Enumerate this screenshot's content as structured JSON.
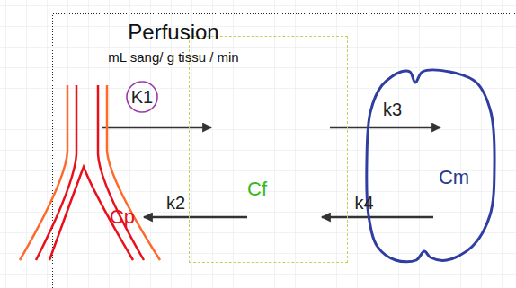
{
  "diagram": {
    "title": "Perfusion",
    "nodes": [
      {
        "text": [
          "Cp"
        ]
      },
      {
        "text": [
          "Cf"
        ]
      },
      {
        "text": [
          "Cm"
        ]
      }
    ],
    "edges": [
      {
        "from": 0,
        "to": 1,
        "arrow": "to",
        "label": "K1"
      },
      {
        "from": 1,
        "to": 0,
        "arrow": "to",
        "label": "k2"
      },
      {
        "from": 1,
        "to": 2,
        "arrow": "to",
        "label": "k3"
      },
      {
        "from": 2,
        "to": 1,
        "arrow": "to",
        "label": "k4"
      }
    ],
    "labels": [
      "mL sang/ g tissu / min"
    ]
  }
}
